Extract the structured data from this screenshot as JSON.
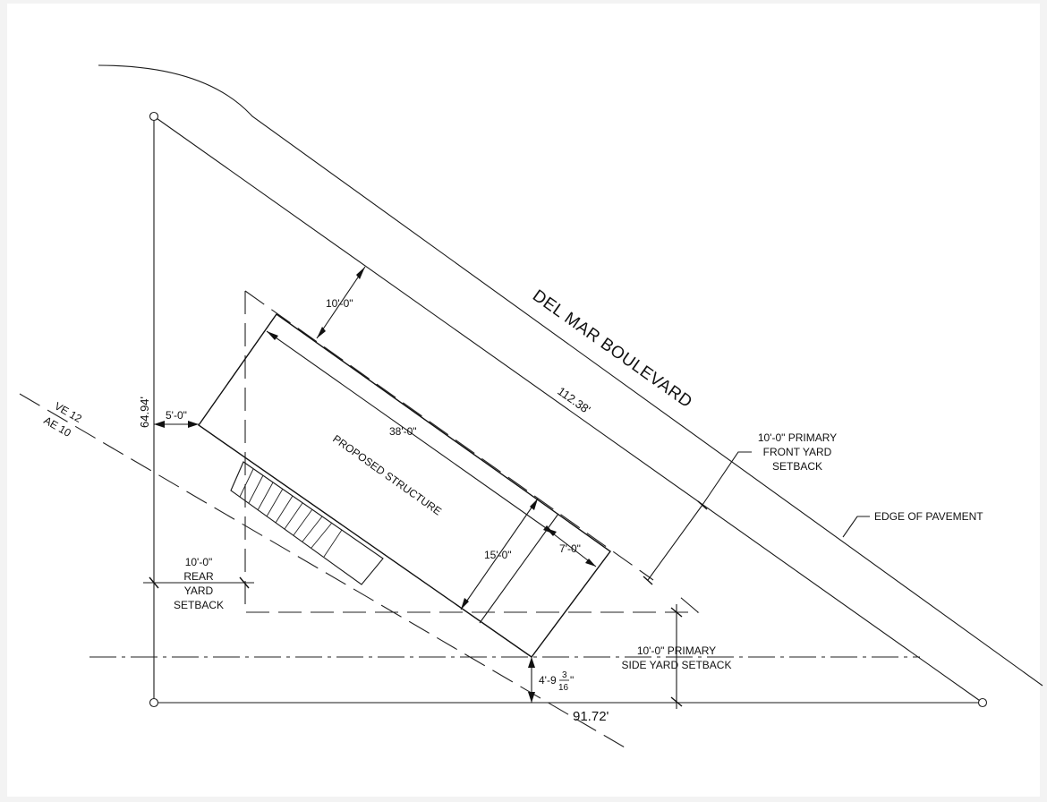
{
  "drawing": {
    "street_name": "DEL MAR BOULEVARD",
    "structure_label": "PROPOSED STRUCTURE",
    "edge_of_pavement": "EDGE OF PAVEMENT",
    "flood_zone_upper": "VE 12",
    "flood_zone_lower": "AE 10",
    "dims": {
      "front_setback_dim": "10'-0\"",
      "structure_length": "38'-0\"",
      "west_setback": "5'-0\"",
      "west_property_line": "64.94'",
      "northeast_property_line": "112.38'",
      "structure_width": "15'-0\"",
      "deck_depth": "7'-0\"",
      "south_property_line": "91.72'",
      "south_corner_offset_a": "4'-9",
      "south_corner_offset_num": "3",
      "south_corner_offset_den": "16",
      "south_corner_offset_inch": "\""
    },
    "setbacks": {
      "front_line1": "10'-0\" PRIMARY",
      "front_line2": "FRONT YARD",
      "front_line3": "SETBACK",
      "rear_line1": "10'-0\"",
      "rear_line2": "REAR",
      "rear_line3": "YARD",
      "rear_line4": "SETBACK",
      "side_line1": "10'-0\" PRIMARY",
      "side_line2": "SIDE YARD SETBACK"
    }
  }
}
